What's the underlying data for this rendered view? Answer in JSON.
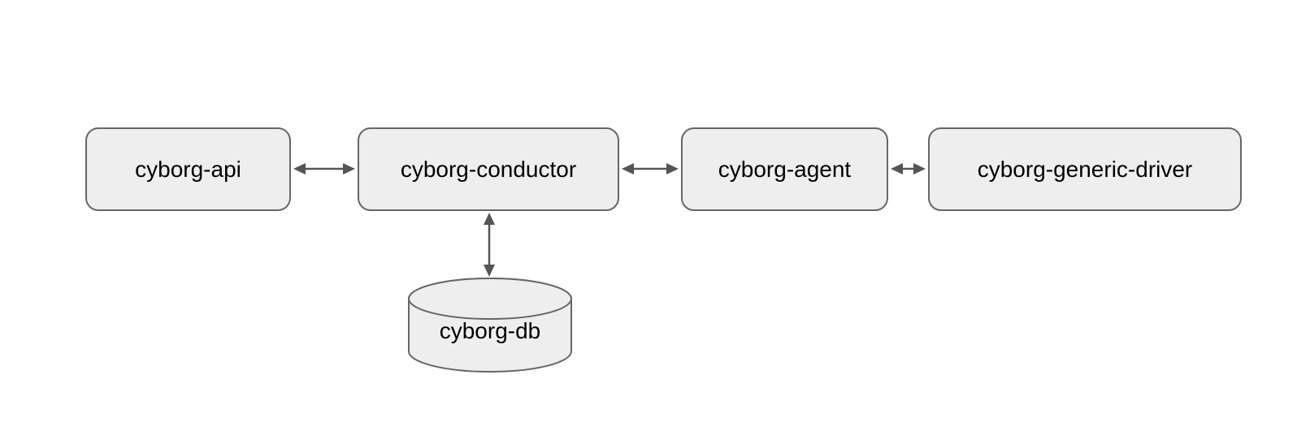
{
  "diagram": {
    "nodes": [
      {
        "id": "cyborg-api",
        "label": "cyborg-api",
        "shape": "rounded-rectangle"
      },
      {
        "id": "cyborg-conductor",
        "label": "cyborg-conductor",
        "shape": "rounded-rectangle"
      },
      {
        "id": "cyborg-agent",
        "label": "cyborg-agent",
        "shape": "rounded-rectangle"
      },
      {
        "id": "cyborg-generic-driver",
        "label": "cyborg-generic-driver",
        "shape": "rounded-rectangle"
      },
      {
        "id": "cyborg-db",
        "label": "cyborg-db",
        "shape": "cylinder"
      }
    ],
    "edges": [
      {
        "from": "cyborg-api",
        "to": "cyborg-conductor",
        "style": "double-headed-arrow"
      },
      {
        "from": "cyborg-conductor",
        "to": "cyborg-agent",
        "style": "double-headed-arrow"
      },
      {
        "from": "cyborg-agent",
        "to": "cyborg-generic-driver",
        "style": "double-headed-arrow"
      },
      {
        "from": "cyborg-conductor",
        "to": "cyborg-db",
        "style": "double-headed-arrow"
      }
    ],
    "colors": {
      "node_fill": "#eeeeee",
      "node_border": "#666666",
      "arrow": "#555555",
      "text": "#000000",
      "background": "#ffffff"
    }
  }
}
